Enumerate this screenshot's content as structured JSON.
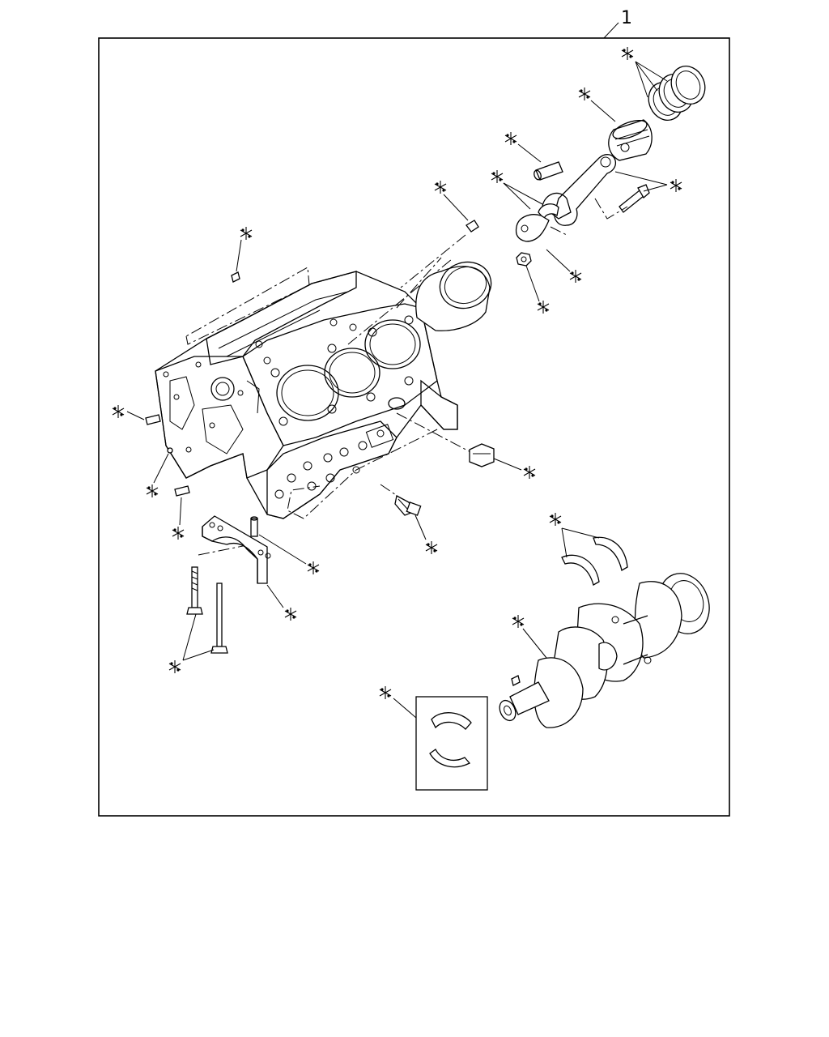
{
  "assembly_callout": "1",
  "frame_color": "#000000",
  "background_color": "#ffffff",
  "marker_icon": "asterisk-reference-icon",
  "parts": [
    {
      "name": "piston-rings"
    },
    {
      "name": "piston"
    },
    {
      "name": "piston-pin"
    },
    {
      "name": "connecting-rod-bearing"
    },
    {
      "name": "connecting-rod-bolt"
    },
    {
      "name": "connecting-rod-nut"
    },
    {
      "name": "connecting-rod-cap"
    },
    {
      "name": "oil-jet-bolt"
    },
    {
      "name": "cylinder-liner"
    },
    {
      "name": "dowel-pin-top"
    },
    {
      "name": "dowel-pin-front"
    },
    {
      "name": "plug"
    },
    {
      "name": "dowel-pin-lower"
    },
    {
      "name": "drain-plug"
    },
    {
      "name": "main-bearing-bolt"
    },
    {
      "name": "dowel-pin-cap"
    },
    {
      "name": "main-bearing-cap"
    },
    {
      "name": "main-cap-bolts"
    },
    {
      "name": "thrust-washers"
    },
    {
      "name": "crankshaft"
    },
    {
      "name": "main-bearing-inset"
    }
  ]
}
